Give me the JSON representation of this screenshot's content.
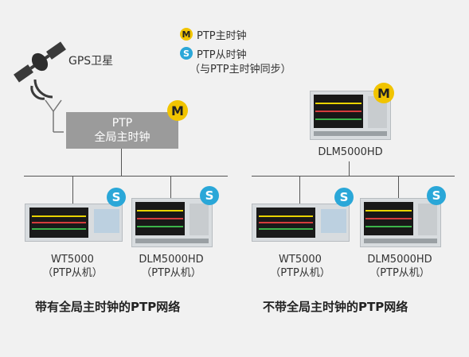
{
  "legend": {
    "master_badge": "M",
    "master_label": "PTP主时钟",
    "slave_badge": "S",
    "slave_label": "PTP从时钟",
    "slave_note": "（与PTP主时钟同步）"
  },
  "gps": {
    "label": "GPS卫星"
  },
  "grandmaster": {
    "line1": "PTP",
    "line2": "全局主时钟",
    "badge": "M"
  },
  "left_network": {
    "devices": [
      {
        "name": "WT5000",
        "role": "（PTP从机）",
        "badge": "S"
      },
      {
        "name": "DLM5000HD",
        "role": "（PTP从机）",
        "badge": "S"
      }
    ],
    "caption": "带有全局主时钟的PTP网络"
  },
  "right_network": {
    "master": {
      "name": "DLM5000HD",
      "badge": "M"
    },
    "devices": [
      {
        "name": "WT5000",
        "role": "（PTP从机）",
        "badge": "S"
      },
      {
        "name": "DLM5000HD",
        "role": "（PTP从机）",
        "badge": "S"
      }
    ],
    "caption": "不带全局主时钟的PTP网络"
  },
  "colors": {
    "master": "#f1c400",
    "slave": "#2aa7d8",
    "grandmaster_box": "#9b9b9b"
  }
}
